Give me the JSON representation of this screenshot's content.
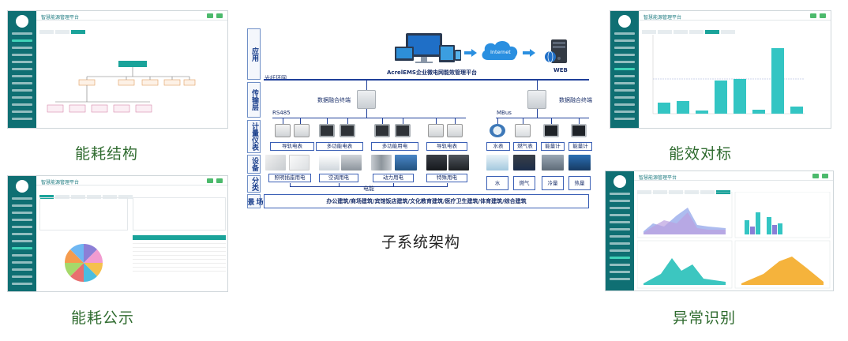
{
  "thumbs": {
    "title": "智慧能源管理平台",
    "tl": {
      "caption": "能耗结构"
    },
    "bl": {
      "caption": "能耗公示"
    },
    "tr": {
      "caption": "能效对标"
    },
    "br": {
      "caption": "异常识别"
    }
  },
  "diagram": {
    "caption": "子系统架构",
    "layers": [
      "应用",
      "传输层",
      "计量仪表",
      "设备",
      "分类",
      "场景"
    ],
    "platform_label": "AcrelEMS企业微电网能效管理平台",
    "cloud_label": "Internet",
    "web_label": "WEB",
    "ring_label": "光纤环网",
    "gateway_label_left": "数据融合终端",
    "gateway_label_right": "数据融合终端",
    "bus_left": "RS485",
    "bus_right": "MBus",
    "meters_left": [
      "导轨电表",
      "多功能电表",
      "多功能用电",
      "导轨电表"
    ],
    "meters_right": [
      "水表",
      "燃气表",
      "能量计",
      "能量计"
    ],
    "categories_left": [
      "照明插座用电",
      "空调用电",
      "动力用电",
      "特殊用电"
    ],
    "categories_right": [
      "水",
      "燃气",
      "冷量",
      "热量"
    ],
    "electric_label": "电能",
    "scene_label": "办公建筑/商场建筑/宾馆饭店建筑/文化教育建筑/医疗卫生建筑/体育建筑/综合建筑"
  },
  "colors": {
    "sidebar": "#0f6f73",
    "accent": "#1aa39a",
    "line": "#1f3f9a",
    "caption": "#2f6b2f"
  }
}
